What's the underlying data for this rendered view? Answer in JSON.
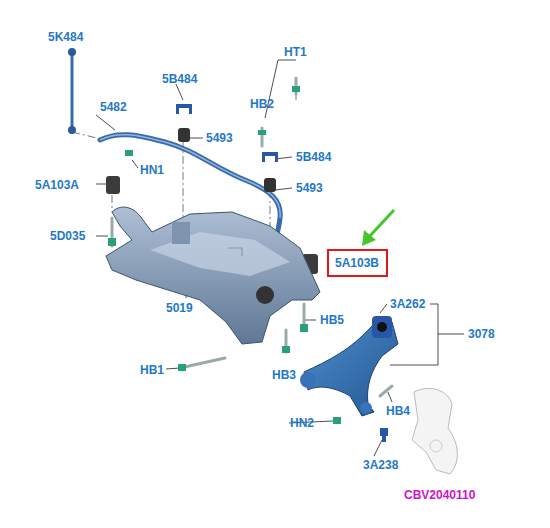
{
  "diagram": {
    "nodes": [
      {
        "text": [
          "5A103B"
        ]
      }
    ],
    "labels": [
      "5K484",
      "HT1",
      "5B484",
      "HB2",
      "5482",
      "5493",
      "HN1",
      "5B484",
      "5A103A",
      "5493",
      "5D035",
      "5019",
      "3A262",
      "HB5",
      "3078",
      "HB1",
      "HB3",
      "HB4",
      "HN2",
      "3A238",
      "CBV2040110"
    ]
  }
}
